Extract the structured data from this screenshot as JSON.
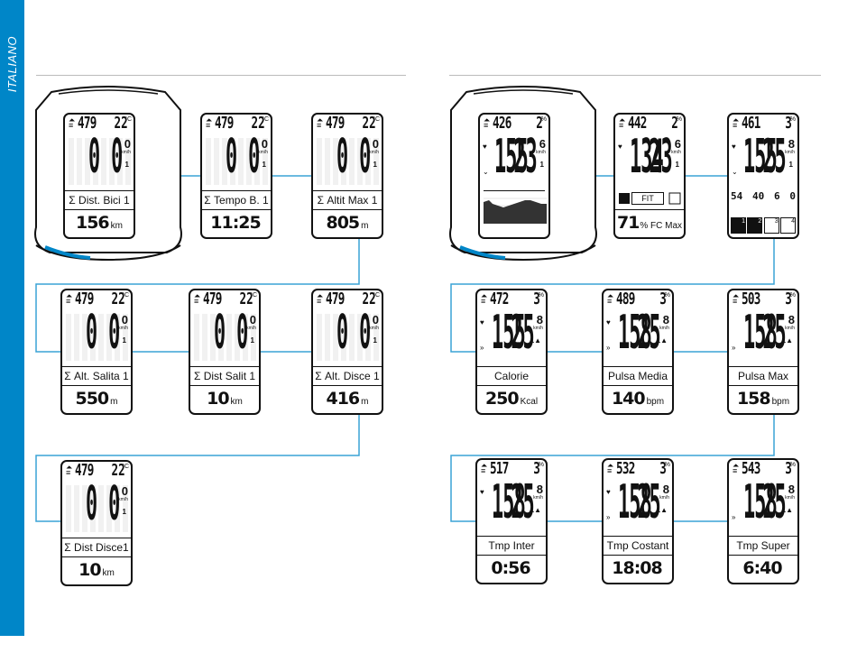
{
  "side_tab": {
    "text": "ITALIANO"
  },
  "colors": {
    "accent": "#0086c8",
    "line": "#3aa3d6"
  },
  "left_screens": [
    {
      "top": "479",
      "temp": "22",
      "temp_unit": "°C",
      "speed": "0",
      "speed_dec": "0",
      "sup": "0",
      "label": "Σ Dist. Bici 1",
      "value": "156",
      "unit": "km"
    },
    {
      "top": "479",
      "temp": "22",
      "temp_unit": "°C",
      "speed": "0",
      "speed_dec": "0",
      "sup": "0",
      "label": "Σ Tempo B. 1",
      "value": "11:25",
      "unit": ""
    },
    {
      "top": "479",
      "temp": "22",
      "temp_unit": "°C",
      "speed": "0",
      "speed_dec": "0",
      "sup": "0",
      "label": "Σ Altit Max 1",
      "value": "805",
      "unit": "m"
    },
    {
      "top": "479",
      "temp": "22",
      "temp_unit": "°C",
      "speed": "0",
      "speed_dec": "0",
      "sup": "0",
      "label": "Σ Alt. Salita 1",
      "value": "550",
      "unit": "m"
    },
    {
      "top": "479",
      "temp": "22",
      "temp_unit": "°C",
      "speed": "0",
      "speed_dec": "0",
      "sup": "0",
      "label": "Σ Dist Salit 1",
      "value": "10",
      "unit": "km"
    },
    {
      "top": "479",
      "temp": "22",
      "temp_unit": "°C",
      "speed": "0",
      "speed_dec": "0",
      "sup": "0",
      "label": "Σ Alt. Disce 1",
      "value": "416",
      "unit": "m"
    },
    {
      "top": "479",
      "temp": "22",
      "temp_unit": "°C",
      "speed": "0",
      "speed_dec": "0",
      "sup": "0",
      "label": "Σ Dist Disce1",
      "value": "10",
      "unit": "km"
    }
  ],
  "right_screens": [
    {
      "top": "426",
      "grade": "2",
      "grade_unit": "%",
      "hr": "155",
      "speed": "23",
      "sup": "6",
      "label": "",
      "value": "",
      "unit": ""
    },
    {
      "top": "442",
      "grade": "2",
      "grade_unit": "%",
      "hr": "134",
      "speed": "23",
      "sup": "6",
      "label": "FIT",
      "value": "71",
      "unit": "% FC Max"
    },
    {
      "top": "461",
      "grade": "3",
      "grade_unit": "%",
      "hr": "155",
      "speed": "25",
      "sup": "8",
      "zones": [
        "54",
        "40",
        "6",
        "0"
      ],
      "zone_icons": [
        "1",
        "2",
        "3",
        "4"
      ]
    },
    {
      "top": "472",
      "grade": "3",
      "grade_unit": "%",
      "hr": "155",
      "speed": "25",
      "sup": "8",
      "label": "Calorie",
      "value": "250",
      "unit": "Kcal"
    },
    {
      "top": "489",
      "grade": "3",
      "grade_unit": "%",
      "hr": "158",
      "speed": "25",
      "sup": "8",
      "label": "Pulsa Media",
      "value": "140",
      "unit": "bpm"
    },
    {
      "top": "503",
      "grade": "3",
      "grade_unit": "%",
      "hr": "158",
      "speed": "25",
      "sup": "8",
      "label": "Pulsa Max",
      "value": "158",
      "unit": "bpm"
    },
    {
      "top": "517",
      "grade": "3",
      "grade_unit": "%",
      "hr": "158",
      "speed": "25",
      "sup": "8",
      "label": "Tmp Inter",
      "value": "0:56",
      "unit": ""
    },
    {
      "top": "532",
      "grade": "3",
      "grade_unit": "%",
      "hr": "158",
      "speed": "25",
      "sup": "8",
      "label": "Tmp Costant",
      "value": "18:08",
      "unit": ""
    },
    {
      "top": "543",
      "grade": "3",
      "grade_unit": "%",
      "hr": "158",
      "speed": "25",
      "sup": "8",
      "label": "Tmp Super",
      "value": "6:40",
      "unit": ""
    }
  ]
}
